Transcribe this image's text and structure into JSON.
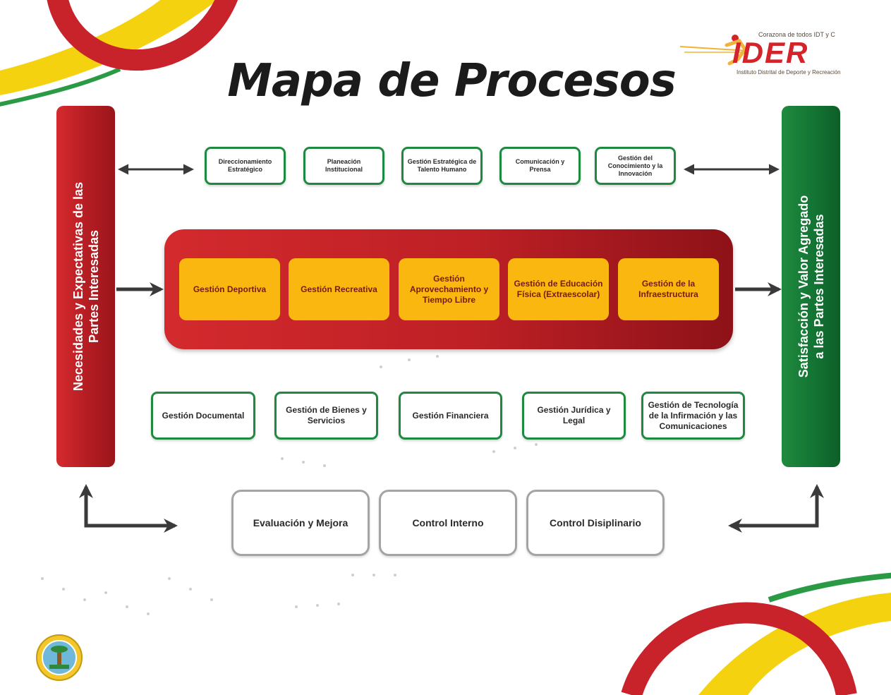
{
  "title": "Mapa de Procesos",
  "logo": {
    "tagline": "Corazona de todos IDT y C",
    "wordmark": "IDER",
    "subtitle": "Instituto Distrital de Deporte y Recreación"
  },
  "left_bar": {
    "label": "Necesidades y Expectativas de las\nPartes Interesadas"
  },
  "right_bar": {
    "label": "Satisfacción y Valor Agregado\na las Partes Interesadas"
  },
  "strategic_processes": [
    "Direccionamiento Estratégico",
    "Planeación Institucional",
    "Gestión Estratégica de Talento Humano",
    "Comunicación y Prensa",
    "Gestión del Conocimiento y la Innovación"
  ],
  "mission_processes": [
    "Gestión Deportiva",
    "Gestión Recreativa",
    "Gestión Aprovechamiento y Tiempo Libre",
    "Gestión de Educación Física (Extraescolar)",
    "Gestión de la Infraestructura"
  ],
  "support_processes": [
    "Gestión Documental",
    "Gestión de Bienes y Servicios",
    "Gestión Financiera",
    "Gestión Jurídica y Legal",
    "Gestión de Tecnología de la Infirmación y las Comunicaciones"
  ],
  "evaluation_processes": [
    "Evaluación y Mejora",
    "Control Interno",
    "Control Disiplinario"
  ],
  "colors": {
    "red": "#c0222a",
    "green": "#137433",
    "yellow": "#f9b70f",
    "arrow": "#3a3a3a"
  }
}
